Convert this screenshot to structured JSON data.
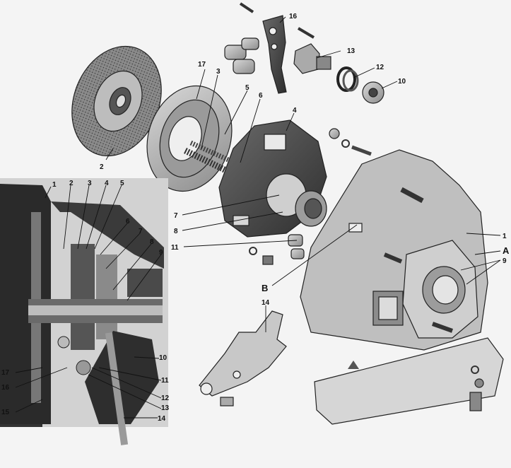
{
  "figure": {
    "callouts": {
      "c1": "1",
      "c2": "2",
      "c3": "3",
      "c4": "4",
      "c5": "5",
      "c6": "6",
      "c7": "7",
      "c8": "8",
      "c9": "9",
      "c10": "10",
      "c11": "11",
      "c12": "12",
      "c13": "13",
      "c14": "14",
      "c15": "15",
      "c16": "16",
      "c17": "17",
      "A": "A",
      "B": "B"
    }
  }
}
